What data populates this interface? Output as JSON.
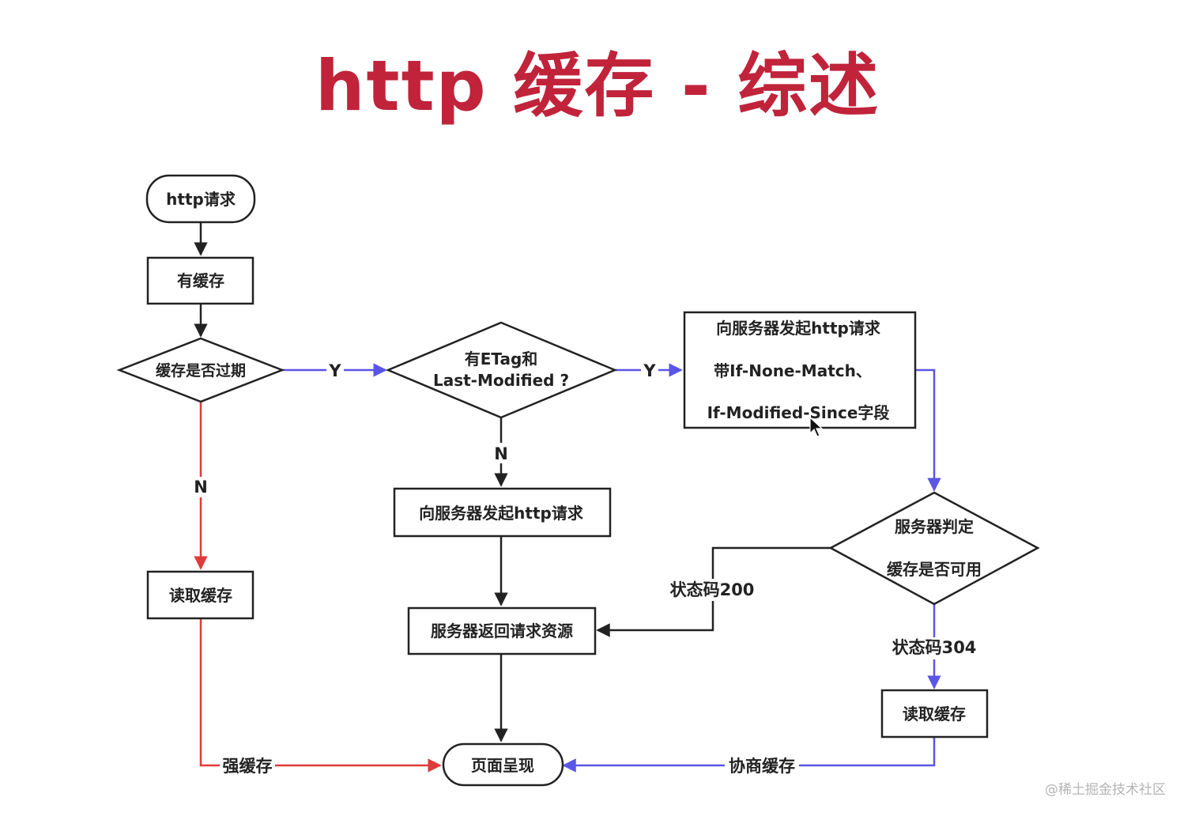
{
  "title": "http 缓存 - 综述",
  "colors": {
    "title": "#c0233a",
    "red_path": "#e03a3a",
    "blue_path": "#5b55e6",
    "black_path": "#222222"
  },
  "nodes": {
    "start": "http请求",
    "has_cache": "有缓存",
    "expired": "缓存是否过期",
    "etag_line1": "有ETag和",
    "etag_line2": "Last-Modified ?",
    "cond_line1": "向服务器发起http请求",
    "cond_line2": "带If-None-Match、",
    "cond_line3": "If-Modified-Since字段",
    "request": "向服务器发起http请求",
    "read_cache_left": "读取缓存",
    "server_return": "服务器返回请求资源",
    "judge_line1": "服务器判定",
    "judge_line2": "缓存是否可用",
    "read_cache_right": "读取缓存",
    "render": "页面呈现"
  },
  "edges": {
    "yes1": "Y",
    "yes2": "Y",
    "no_etag": "N",
    "no_expired": "N",
    "status200": "状态码200",
    "status304": "状态码304",
    "strong": "强缓存",
    "negotiate": "协商缓存"
  },
  "watermark": "@稀土掘金技术社区"
}
